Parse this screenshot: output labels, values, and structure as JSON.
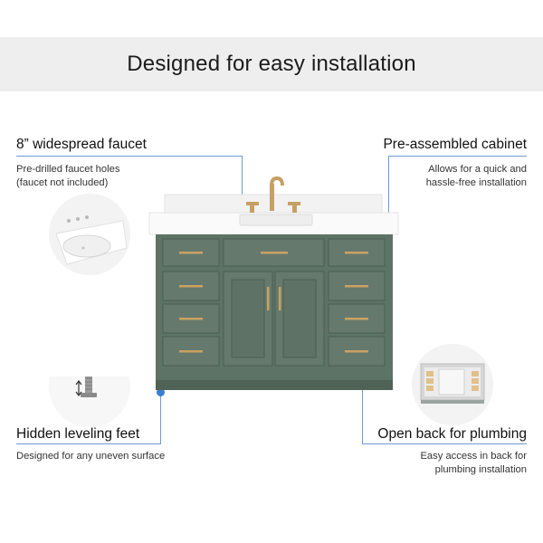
{
  "banner": {
    "title": "Designed for easy installation"
  },
  "features": {
    "faucet": {
      "title": "8” widespread faucet",
      "desc_line1": "Pre-drilled faucet holes",
      "desc_line2": "(faucet not included)"
    },
    "cabinet": {
      "title": "Pre-assembled cabinet",
      "desc_line1": "Allows for  a quick and",
      "desc_line2": "hassle-free installation"
    },
    "feet": {
      "title": "Hidden leveling feet",
      "desc_line1": "Designed for any uneven surface"
    },
    "back": {
      "title": "Open back for plumbing",
      "desc_line1": "Easy access in back for",
      "desc_line2": "plumbing installation"
    }
  },
  "icons": [
    "sink-basin-icon",
    "leveling-foot-icon",
    "cabinet-back-icon",
    "vanity-cabinet-image"
  ],
  "colors": {
    "banner_bg": "#eeeeee",
    "cabinet": "#5d7366",
    "countertop": "#fafafa",
    "hardware": "#c9a263",
    "accent_dot": "#3b7fd0"
  }
}
